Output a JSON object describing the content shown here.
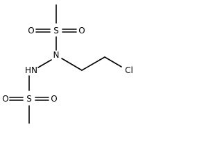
{
  "molecule": {
    "atoms": {
      "s_top": "S",
      "o_top_left": "O",
      "o_top_right": "O",
      "n_top": "N",
      "nh": "HN",
      "s_bottom": "S",
      "o_bottom_left": "O",
      "o_bottom_right": "O",
      "cl": "Cl"
    }
  }
}
